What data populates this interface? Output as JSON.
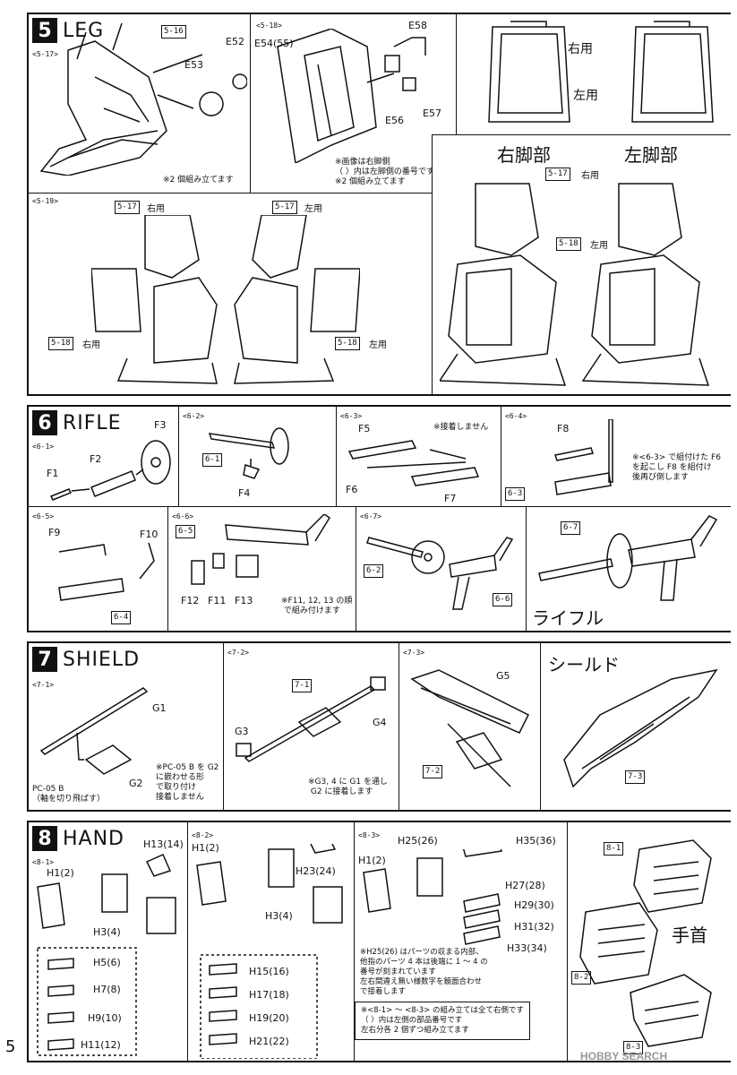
{
  "page_number": "5",
  "watermark": "HOBBY SEARCH",
  "s5": {
    "num": "5",
    "title": "LEG",
    "steps": {
      "s17": "<5-17>",
      "s18": "<5-18>",
      "s19": "<5-19>"
    },
    "box516": "5-16",
    "parts": {
      "e52": "E52",
      "e53": "E53",
      "e54": "E54(55)",
      "e56": "E56",
      "e57": "E57",
      "e58": "E58"
    },
    "note_x2": "※2 個組み立てます",
    "note_518": "※画像は右脚側\n（ ）内は左脚側の番号です\n※2 個組み立てます",
    "right_use": "右用",
    "left_use": "左用",
    "right_leg": "右脚部",
    "left_leg": "左脚部",
    "box517": "5-17",
    "box518": "5-18"
  },
  "s6": {
    "num": "6",
    "title": "RIFLE",
    "steps": {
      "s1": "<6-1>",
      "s2": "<6-2>",
      "s3": "<6-3>",
      "s4": "<6-4>",
      "s5": "<6-5>",
      "s6": "<6-6>",
      "s7": "<6-7>"
    },
    "parts": {
      "f1": "F1",
      "f2": "F2",
      "f3": "F3",
      "f4": "F4",
      "f5": "F5",
      "f6": "F6",
      "f7": "F7",
      "f8": "F8",
      "f9": "F9",
      "f10": "F10",
      "f11": "F11",
      "f12": "F12",
      "f13": "F13"
    },
    "box61": "6-1",
    "box62": "6-2",
    "box63": "6-3",
    "box64": "6-4",
    "box65": "6-5",
    "box66": "6-6",
    "box67": "6-7",
    "note_nogl": "※接着しません",
    "note_64": "※<6-3> で組付けた F6\nを起こし F8 を組付け\n後再び倒します",
    "note_66": "※F11, 12, 13 の順\n で組み付けます",
    "rifle": "ライフル"
  },
  "s7": {
    "num": "7",
    "title": "SHIELD",
    "steps": {
      "s1": "<7-1>",
      "s2": "<7-2>",
      "s3": "<7-3>"
    },
    "parts": {
      "g1": "G1",
      "g2": "G2",
      "g3": "G3",
      "g4": "G4",
      "g5": "G5"
    },
    "pc05": "PC-05 B\n（軸を切り飛ばす）",
    "note_71": "※PC-05 B を G2\nに嵌わせる形\nで取り付け\n接着しません",
    "note_72": "※G3, 4 に G1 を通し\n G2 に接着します",
    "box71": "7-1",
    "box72": "7-2",
    "box73": "7-3",
    "shield": "シールド"
  },
  "s8": {
    "num": "8",
    "title": "HAND",
    "steps": {
      "s1": "<8-1>",
      "s2": "<8-2>",
      "s3": "<8-3>"
    },
    "parts1": {
      "h1": "H1(2)",
      "h3": "H3(4)",
      "h13": "H13(14)",
      "h5": "H5(6)",
      "h7": "H7(8)",
      "h9": "H9(10)",
      "h11": "H11(12)"
    },
    "parts2": {
      "h1": "H1(2)",
      "h3": "H3(4)",
      "h23": "H23(24)",
      "h15": "H15(16)",
      "h17": "H17(18)",
      "h19": "H19(20)",
      "h21": "H21(22)"
    },
    "parts3": {
      "h1": "H1(2)",
      "h25": "H25(26)",
      "h35": "H35(36)",
      "h27": "H27(28)",
      "h29": "H29(30)",
      "h31": "H31(32)",
      "h33": "H33(34)"
    },
    "note_83": "※H25(26) はパーツの収まる内部、\n他指のパーツ 4 本は後端に 1 ～ 4 の\n番号が刻まれています\n左右間違え無い様数字を鏡面合わせ\nで接着します",
    "note_all": "※<8-1> ～ <8-3> の組み立ては全て右側です\n（ ）内は左側の部品番号です\n左右分各 2 個ずつ組み立てます",
    "wrist": "手首",
    "box81": "8-1",
    "box82": "8-2",
    "box83": "8-3"
  }
}
